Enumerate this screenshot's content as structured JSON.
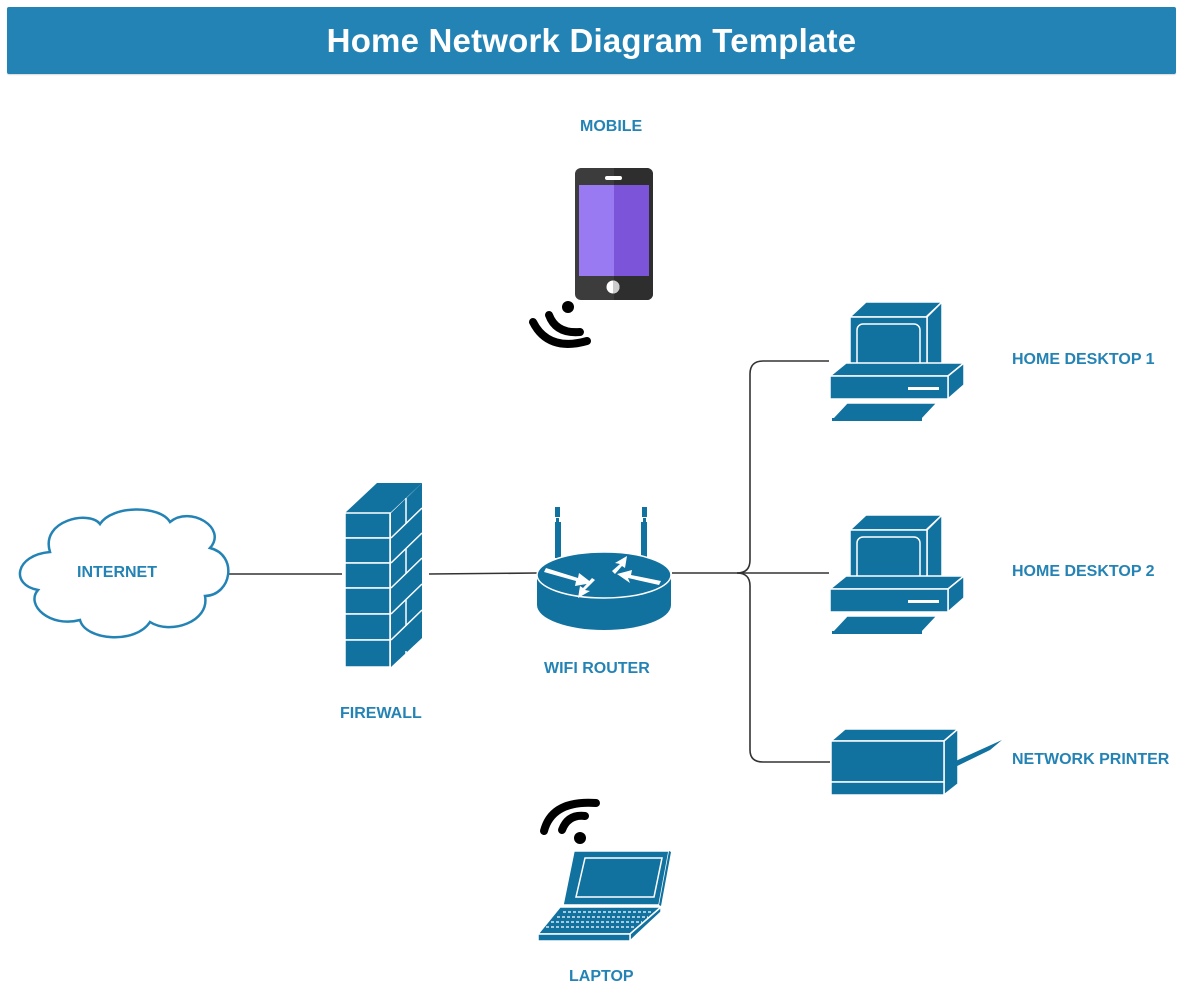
{
  "title": "Home Network Diagram Template",
  "colors": {
    "accent": "#2483b5",
    "device_fill": "#11719f",
    "connector": "#333333",
    "phone_body": "#3c3c3c",
    "phone_screen_light": "#9a7af2",
    "phone_screen_dark": "#7b54d9",
    "wifi_signal": "#000000"
  },
  "nodes": {
    "internet": {
      "label": "INTERNET",
      "icon": "cloud-icon"
    },
    "firewall": {
      "label": "FIREWALL",
      "icon": "brick-wall-icon"
    },
    "router": {
      "label": "WIFI ROUTER",
      "icon": "router-icon"
    },
    "mobile": {
      "label": "MOBILE",
      "icon": "smartphone-icon"
    },
    "desktop1": {
      "label": "HOME DESKTOP 1",
      "icon": "desktop-computer-icon"
    },
    "desktop2": {
      "label": "HOME DESKTOP 2",
      "icon": "desktop-computer-icon"
    },
    "printer": {
      "label": "NETWORK PRINTER",
      "icon": "printer-icon"
    },
    "laptop": {
      "label": "LAPTOP",
      "icon": "laptop-icon"
    }
  },
  "connections": [
    {
      "from": "INTERNET",
      "to": "FIREWALL",
      "type": "wired"
    },
    {
      "from": "FIREWALL",
      "to": "WIFI ROUTER",
      "type": "wired"
    },
    {
      "from": "WIFI ROUTER",
      "to": "HOME DESKTOP 1",
      "type": "wired"
    },
    {
      "from": "WIFI ROUTER",
      "to": "HOME DESKTOP 2",
      "type": "wired"
    },
    {
      "from": "WIFI ROUTER",
      "to": "NETWORK PRINTER",
      "type": "wired"
    },
    {
      "from": "WIFI ROUTER",
      "to": "MOBILE",
      "type": "wireless"
    },
    {
      "from": "WIFI ROUTER",
      "to": "LAPTOP",
      "type": "wireless"
    }
  ]
}
